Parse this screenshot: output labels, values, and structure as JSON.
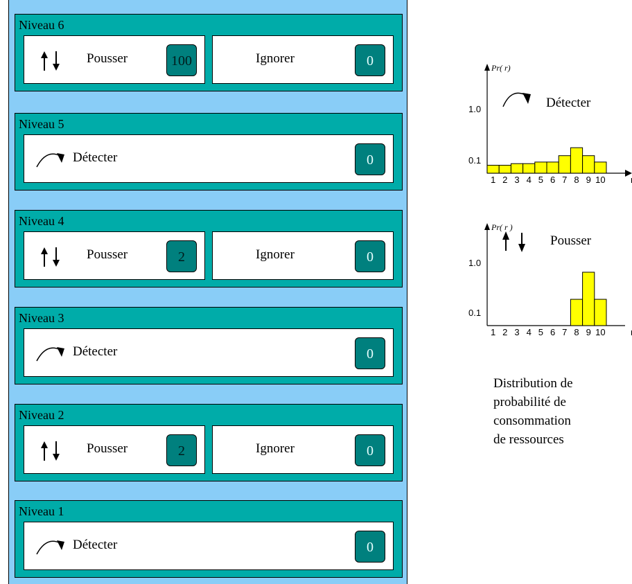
{
  "levels": [
    {
      "title": "Niveau 6",
      "type": "split",
      "left": {
        "label": "Pousser",
        "count": "100"
      },
      "right": {
        "label": "Ignorer",
        "count": "0"
      }
    },
    {
      "title": "Niveau 5",
      "type": "single",
      "left": {
        "label": "Détecter",
        "count": "0"
      }
    },
    {
      "title": "Niveau 4",
      "type": "split",
      "left": {
        "label": "Pousser",
        "count": "2"
      },
      "right": {
        "label": "Ignorer",
        "count": "0"
      }
    },
    {
      "title": "Niveau 3",
      "type": "single",
      "left": {
        "label": "Détecter",
        "count": "0"
      }
    },
    {
      "title": "Niveau 2",
      "type": "split",
      "left": {
        "label": "Pousser",
        "count": "2"
      },
      "right": {
        "label": "Ignorer",
        "count": "0"
      }
    },
    {
      "title": "Niveau 1",
      "type": "single",
      "left": {
        "label": "Détecter",
        "count": "0"
      }
    }
  ],
  "chart_data": [
    {
      "type": "bar",
      "title": "Détecter",
      "ylabel": "Pr( r)",
      "xlabel": "r",
      "yticks": [
        "0.1",
        "1.0"
      ],
      "categories": [
        "1",
        "2",
        "3",
        "4",
        "5",
        "6",
        "7",
        "8",
        "9",
        "10"
      ],
      "values": [
        0.1,
        0.1,
        0.12,
        0.12,
        0.14,
        0.14,
        0.22,
        0.32,
        0.22,
        0.14
      ],
      "bar_color": "#ffff00"
    },
    {
      "type": "bar",
      "title": "Pousser",
      "ylabel": "Pr( r )",
      "xlabel": "r",
      "yticks": [
        "0.1",
        "1.0"
      ],
      "categories": [
        "1",
        "2",
        "3",
        "4",
        "5",
        "6",
        "7",
        "8",
        "9",
        "10"
      ],
      "values": [
        0,
        0,
        0,
        0,
        0,
        0,
        0,
        0.33,
        0.67,
        0.33
      ],
      "bar_color": "#ffff00"
    }
  ],
  "caption": [
    "Distribution de",
    "probabilité de",
    "consommation",
    "de ressources"
  ],
  "colors": {
    "panel": "#89cdf7",
    "level": "#00aca9",
    "counter": "#00807e",
    "bar": "#ffff00"
  }
}
